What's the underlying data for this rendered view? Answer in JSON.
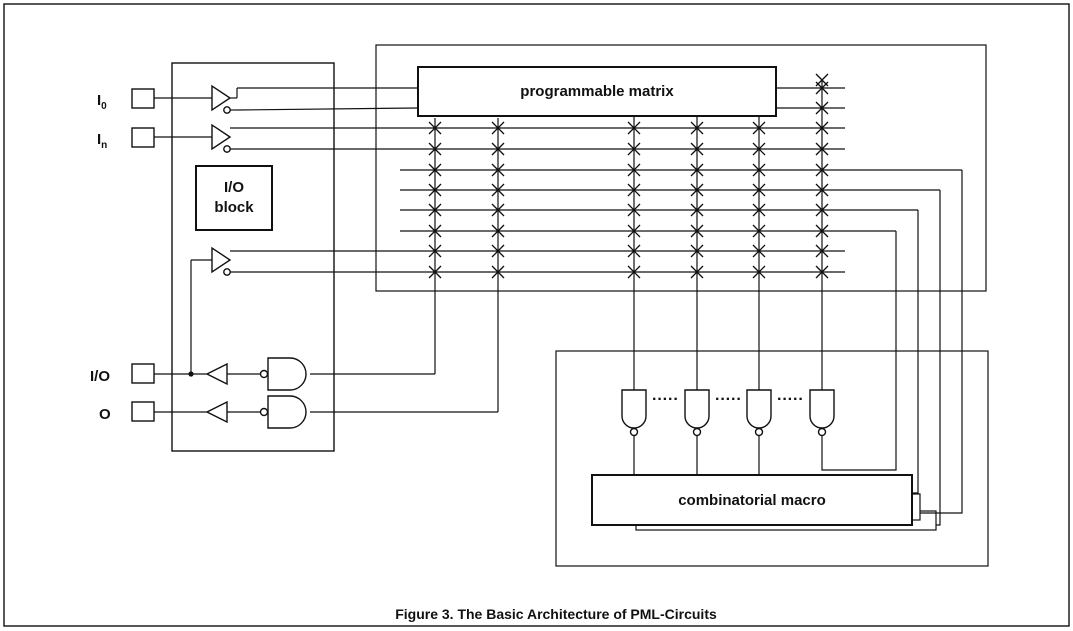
{
  "figure": {
    "caption": "Figure 3.  The Basic Architecture of PML-Circuits",
    "matrix_label": "programmable matrix",
    "io_block_label": [
      "I/O",
      "block"
    ],
    "macro_label": "combinatorial macro",
    "pins": [
      {
        "main": "I",
        "sub": "0"
      },
      {
        "main": "I",
        "sub": "n"
      },
      {
        "main": "I/O",
        "sub": ""
      },
      {
        "main": "O",
        "sub": ""
      }
    ]
  }
}
